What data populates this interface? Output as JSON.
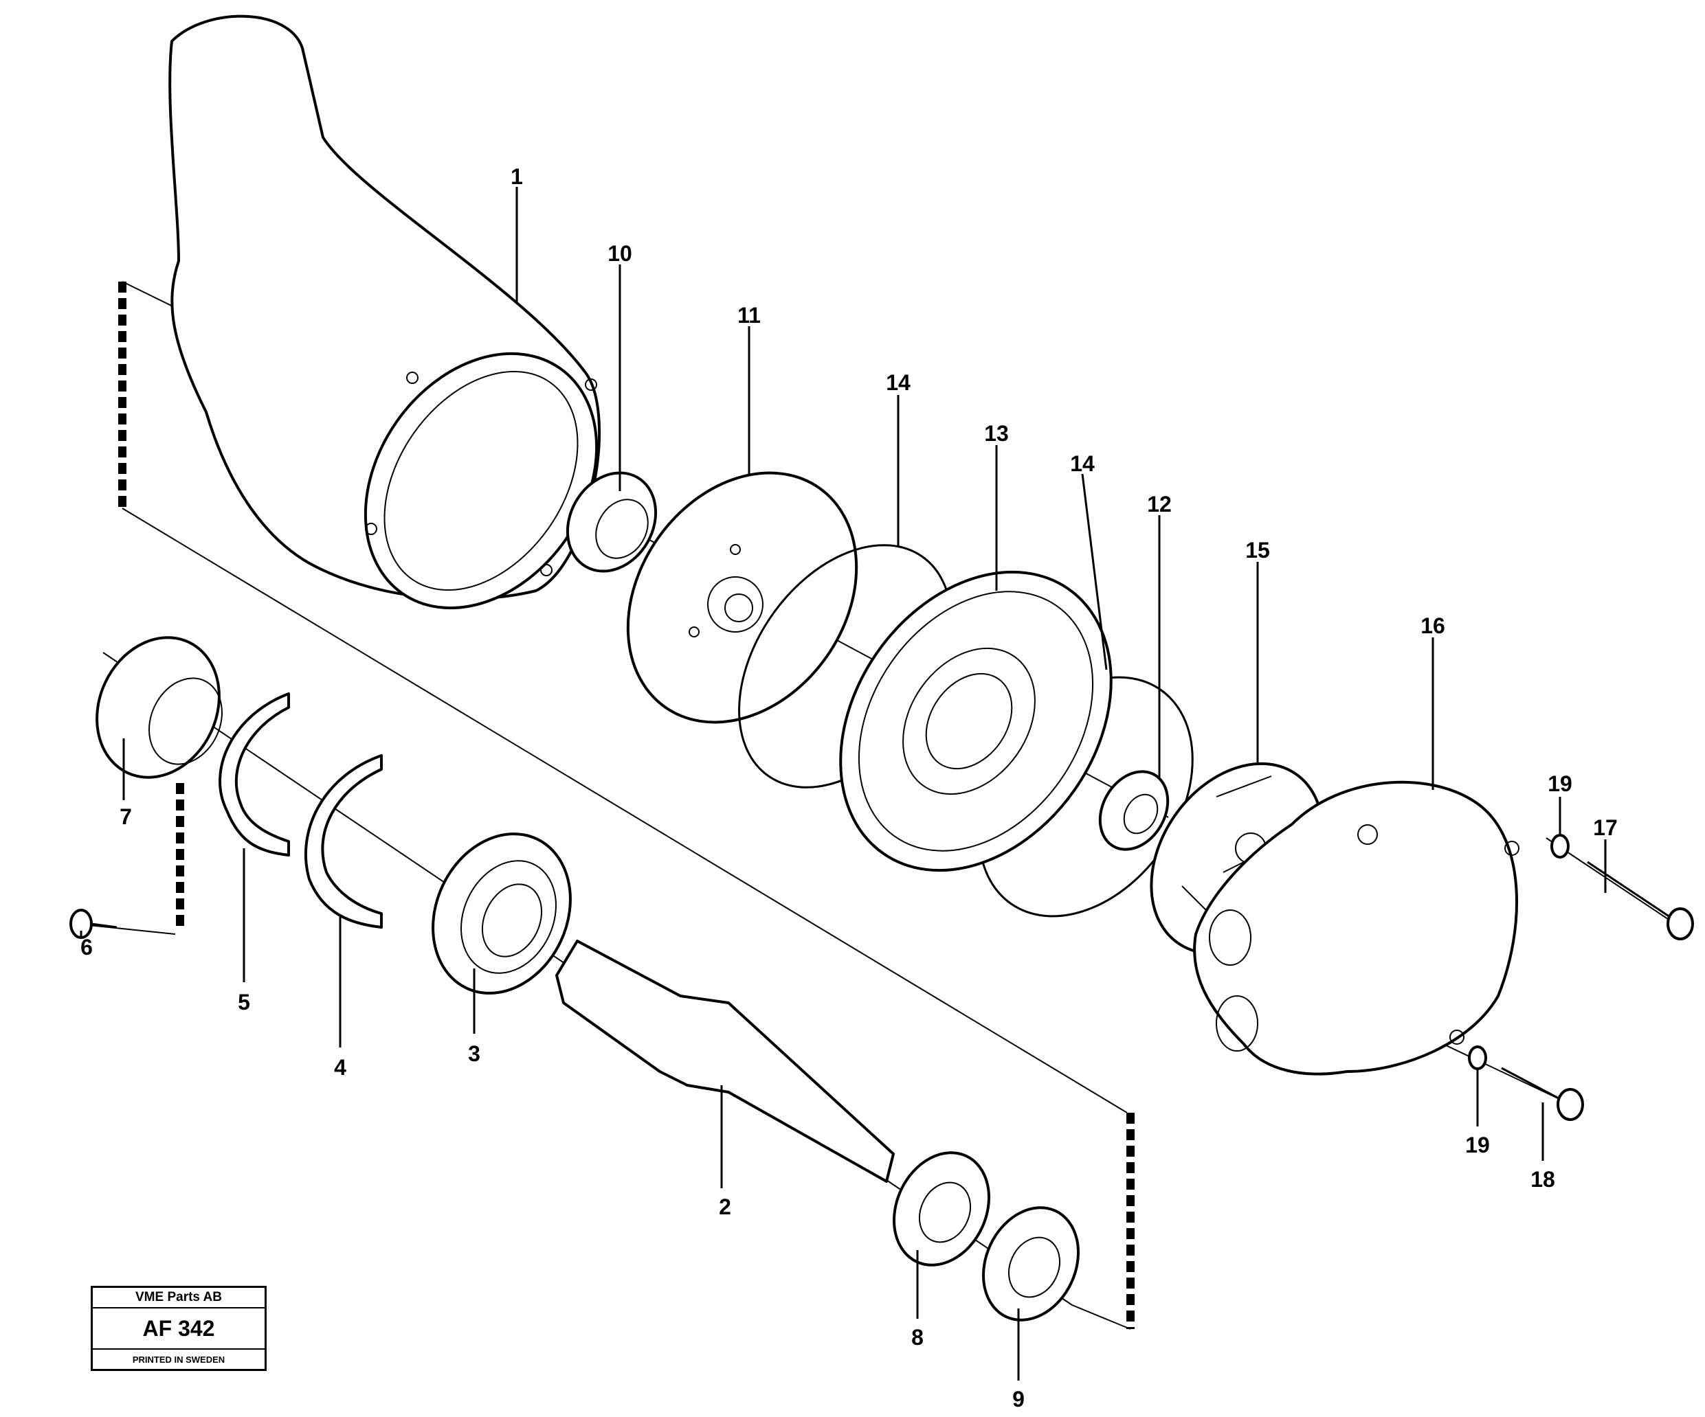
{
  "stamp": {
    "company": "VME Parts AB",
    "code": "AF 342",
    "printed": "PRINTED IN SWEDEN"
  },
  "callouts": [
    "1",
    "2",
    "3",
    "4",
    "5",
    "6",
    "7",
    "8",
    "9",
    "10",
    "11",
    "12",
    "13",
    "14",
    "14",
    "15",
    "16",
    "17",
    "18",
    "19",
    "19"
  ]
}
